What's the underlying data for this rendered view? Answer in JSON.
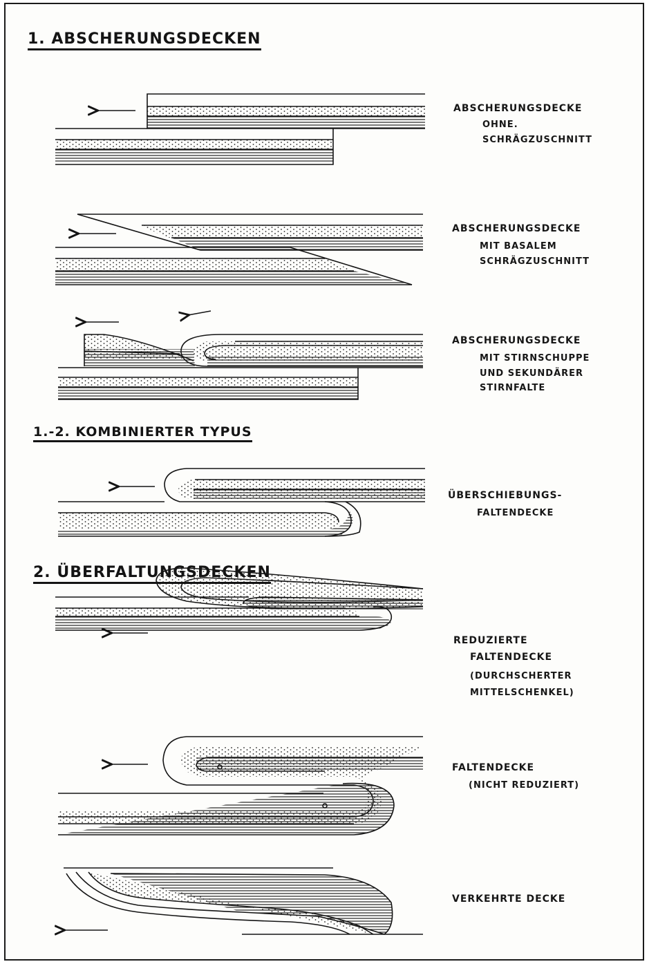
{
  "sections": {
    "s1": "1. ABSCHERUNGSDECKEN",
    "s12": "1.-2. KOMBINIERTER TYPUS",
    "s2": "2. ÜBERFALTUNGSDECKEN"
  },
  "labels": {
    "a1_l1": "ABSCHERUNGSDECKE",
    "a1_l2": "OHNE.",
    "a1_l3": "SCHRÄGZUSCHNITT",
    "a2_l1": "ABSCHERUNGSDECKE",
    "a2_l2": "MIT BASALEM",
    "a2_l3": "SCHRÄGZUSCHNITT",
    "a3_l1": "ABSCHERUNGSDECKE",
    "a3_l2": "MIT STIRNSCHUPPE",
    "a3_l3": "UND SEKUNDÄRER",
    "a3_l4": "STIRNFALTE",
    "k1_l1": "ÜBERSCHIEBUNGS-",
    "k1_l2": "FALTENDECKE",
    "u1_l1": "REDUZIERTE",
    "u1_l2": "FALTENDECKE",
    "u1_l3": "(DURCHSCHERTER",
    "u1_l4": "MITTELSCHENKEL)",
    "u2_l1": "FALTENDECKE",
    "u2_l2": "(NICHT REDUZIERT)",
    "u3_l1": "VERKEHRTE DECKE"
  },
  "colors": {
    "ink": "#141414",
    "paper": "#fdfdfb"
  }
}
